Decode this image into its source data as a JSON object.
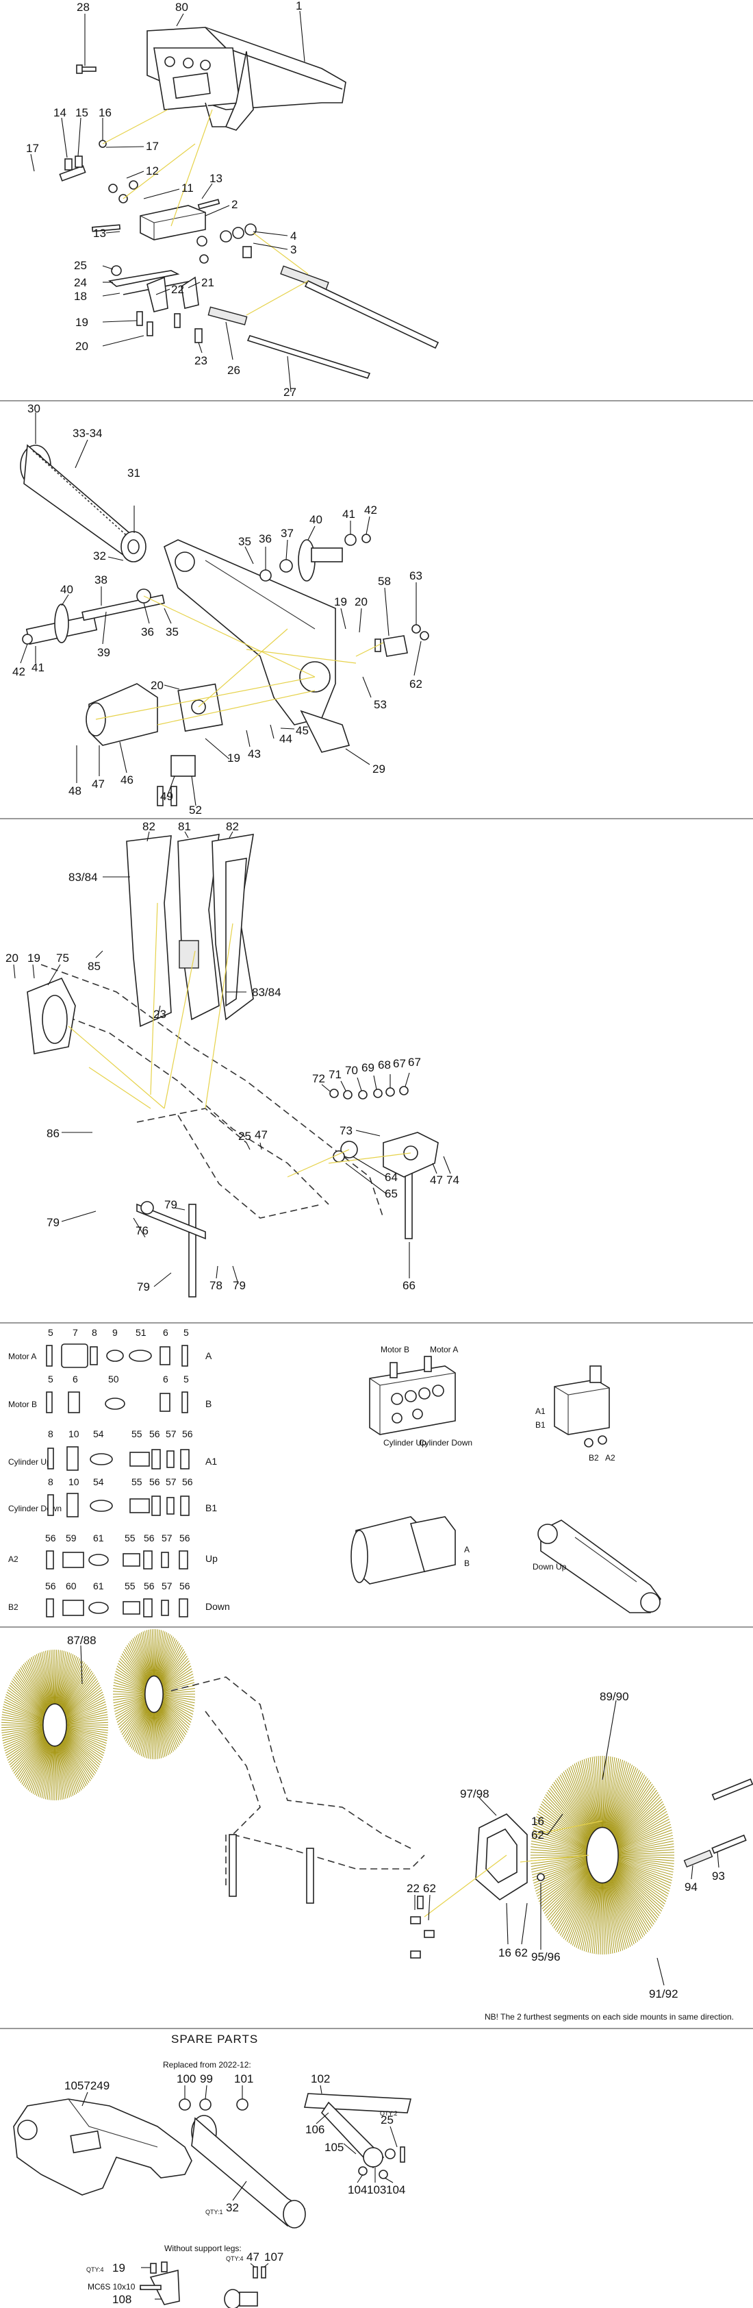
{
  "sec1": {
    "labels": [
      "28",
      "80",
      "1",
      "14",
      "15",
      "16",
      "17",
      "17",
      "12",
      "11",
      "13",
      "2",
      "13",
      "4",
      "3",
      "25",
      "24",
      "18",
      "22",
      "21",
      "19",
      "20",
      "23",
      "26",
      "27"
    ]
  },
  "sec2": {
    "labels": [
      "30",
      "33-34",
      "31",
      "32",
      "38",
      "40",
      "42",
      "41",
      "39",
      "36",
      "35",
      "35",
      "36",
      "37",
      "40",
      "41",
      "42",
      "19",
      "20",
      "58",
      "63",
      "62",
      "53",
      "20",
      "44",
      "45",
      "43",
      "19",
      "29",
      "47",
      "46",
      "48",
      "49",
      "52"
    ]
  },
  "sec3": {
    "labels": [
      "82",
      "81",
      "82",
      "83/84",
      "83/84",
      "85",
      "20",
      "19",
      "75",
      "23",
      "72",
      "71",
      "70",
      "69",
      "68",
      "67",
      "67",
      "73",
      "86",
      "25",
      "47",
      "64",
      "65",
      "47",
      "74",
      "79",
      "76",
      "79",
      "78",
      "79",
      "66"
    ]
  },
  "sec4": {
    "rows": [
      {
        "name": "Motor A",
        "nums": [
          "5",
          "7",
          "8",
          "9",
          "51",
          "6",
          "5"
        ],
        "end": "A"
      },
      {
        "name": "Motor B",
        "nums": [
          "5",
          "6",
          "50",
          "6",
          "5"
        ],
        "end": "B"
      },
      {
        "name": "Cylinder Up",
        "nums": [
          "8",
          "10",
          "54",
          "55",
          "56",
          "57",
          "56"
        ],
        "end": "A1"
      },
      {
        "name": "Cylinder Down",
        "nums": [
          "8",
          "10",
          "54",
          "55",
          "56",
          "57",
          "56"
        ],
        "end": "B1"
      },
      {
        "name": "A2",
        "nums": [
          "56",
          "59",
          "61",
          "55",
          "56",
          "57",
          "56"
        ],
        "end": "Up"
      },
      {
        "name": "B2",
        "nums": [
          "56",
          "60",
          "61",
          "55",
          "56",
          "57",
          "56"
        ],
        "end": "Down"
      }
    ],
    "valve_motor_b": "Motor B",
    "valve_motor_a": "Motor A",
    "valve_cyl_up": "Cylinder Up",
    "valve_cyl_down": "Cylinder Down",
    "block_a1": "A1",
    "block_b1": "B1",
    "block_b2": "B2",
    "block_a2": "A2",
    "motor_a": "A",
    "motor_b": "B",
    "cyl_down": "Down",
    "cyl_up": "Up"
  },
  "sec5": {
    "labels": [
      "87/88",
      "89/90",
      "16",
      "62",
      "97/98",
      "22",
      "62",
      "16",
      "62",
      "95/96",
      "94",
      "93",
      "91/92"
    ],
    "note": "NB! The 2 furthest segments on each side mounts in same direction."
  },
  "sec6": {
    "title": "SPARE PARTS",
    "replaced": "Replaced from 2022-12:",
    "without_legs": "Without support legs:",
    "labels": [
      "1057249",
      "100",
      "99",
      "101",
      "32",
      "102",
      "106",
      "105",
      "25",
      "104",
      "103",
      "104",
      "19",
      "108",
      "47",
      "107"
    ],
    "qty_labels": [
      "QTY:1",
      "QTY:2",
      "QTY:4",
      "QTY:4"
    ],
    "mc_label": "MC6S 10x10"
  },
  "colors": {
    "guide": "#e6d24a",
    "brush": "#a99a1a",
    "divider": "#9a9a9a"
  }
}
